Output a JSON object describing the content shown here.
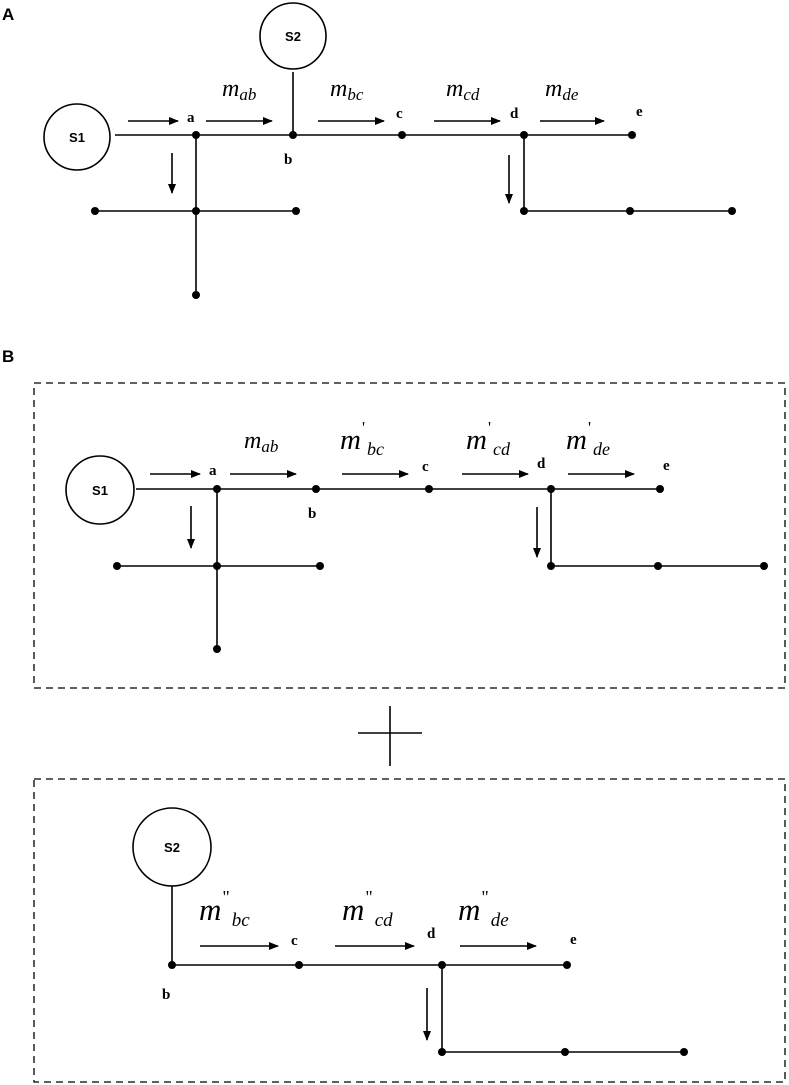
{
  "panels": {
    "a": "A",
    "b": "B"
  },
  "sources": {
    "s1": "S1",
    "s2": "S2"
  },
  "nodes": {
    "a": "a",
    "b": "b",
    "c": "c",
    "d": "d",
    "e": "e"
  },
  "flows_a": [
    {
      "m": "m",
      "sub": "ab"
    },
    {
      "m": "m",
      "sub": "bc"
    },
    {
      "m": "m",
      "sub": "cd"
    },
    {
      "m": "m",
      "sub": "de"
    }
  ],
  "flows_b1": [
    {
      "m": "m",
      "sub": "ab",
      "prime": ""
    },
    {
      "m": "m",
      "sub": "bc",
      "prime": "'"
    },
    {
      "m": "m",
      "sub": "cd",
      "prime": "'"
    },
    {
      "m": "m",
      "sub": "de",
      "prime": "'"
    }
  ],
  "flows_b2": [
    {
      "m": "m",
      "sub": "bc",
      "prime": "\""
    },
    {
      "m": "m",
      "sub": "cd",
      "prime": "\""
    },
    {
      "m": "m",
      "sub": "de",
      "prime": "\""
    }
  ],
  "colors": {
    "ink": "#000000",
    "background": "#ffffff"
  }
}
